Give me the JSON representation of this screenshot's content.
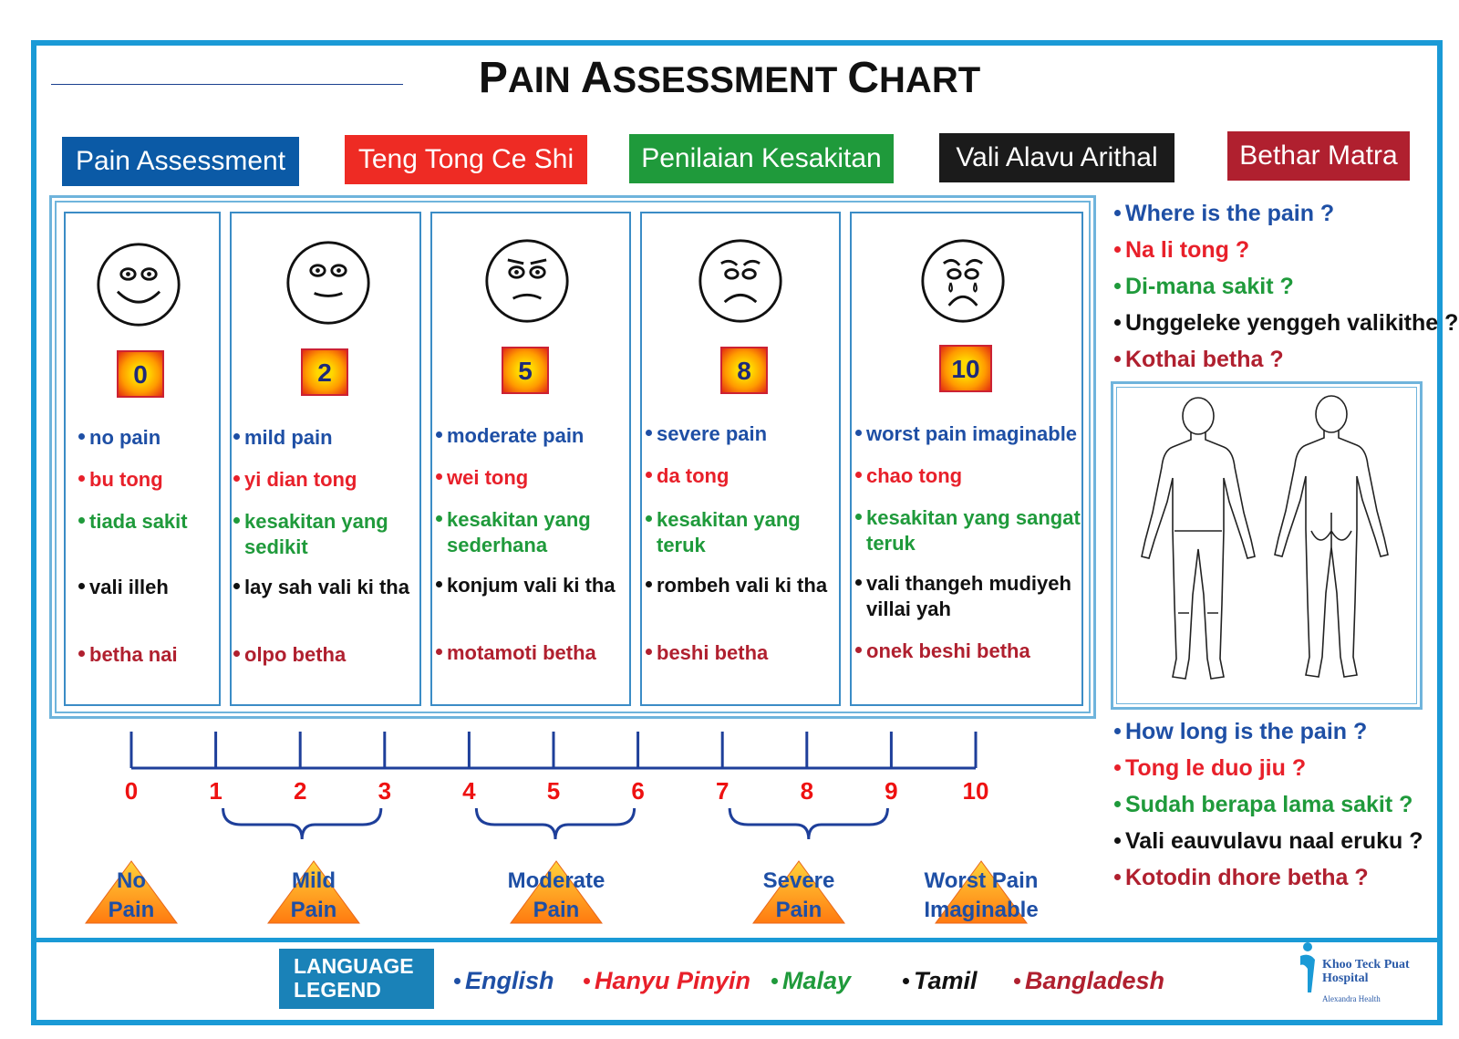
{
  "title": {
    "p1": "P",
    "w1": "AIN ",
    "p2": "A",
    "w2": "SSESSMENT ",
    "p3": "C",
    "w3": "HART"
  },
  "headers": [
    {
      "label": "Pain Assessment",
      "color": "#0b5aa6"
    },
    {
      "label": "Teng Tong Ce Shi",
      "color": "#ee2b24"
    },
    {
      "label": "Penilaian Kesakitan",
      "color": "#1f9a3b"
    },
    {
      "label": "Vali Alavu Arithal",
      "color": "#1b1b1b"
    },
    {
      "label": "Bethar Matra",
      "color": "#b0202f"
    }
  ],
  "colors": {
    "english": "#1e4fa5",
    "pinyin": "#e8202a",
    "malay": "#1f9a3b",
    "tamil": "#111111",
    "bangla": "#b0202f",
    "frame": "#1a9ad6"
  },
  "scale_columns": [
    {
      "score": "0",
      "face": "smile-face-icon",
      "english": "no pain",
      "pinyin": "bu tong",
      "malay": "tiada sakit",
      "malay2": "",
      "tamil": "vali illeh",
      "tamil2": "",
      "bangla": "betha nai"
    },
    {
      "score": "2",
      "face": "slight-smile-face-icon",
      "english": "mild pain",
      "pinyin": "yi dian tong",
      "malay": "kesakitan yang",
      "malay2": "sedikit",
      "tamil": "lay sah vali ki tha",
      "tamil2": "",
      "bangla": "olpo betha"
    },
    {
      "score": "5",
      "face": "frown-face-icon",
      "english": "moderate pain",
      "pinyin": "wei tong",
      "malay": "kesakitan yang",
      "malay2": "sederhana",
      "tamil": "konjum vali ki tha",
      "tamil2": "",
      "bangla": "motamoti betha"
    },
    {
      "score": "8",
      "face": "sad-face-icon",
      "english": "severe pain",
      "pinyin": "da tong",
      "malay": "kesakitan yang",
      "malay2": "teruk",
      "tamil": "rombeh vali ki tha",
      "tamil2": "",
      "bangla": "beshi betha"
    },
    {
      "score": "10",
      "face": "crying-face-icon",
      "english": "worst pain imaginable",
      "pinyin": "chao tong",
      "malay": "kesakitan yang sangat",
      "malay2": "teruk",
      "tamil": "vali thangeh mudiyeh",
      "tamil2": "villai yah",
      "bangla": "onek beshi betha"
    }
  ],
  "questions_where": [
    {
      "text": "Where is the pain ?",
      "lang": "english"
    },
    {
      "text": "Na li tong ?",
      "lang": "pinyin"
    },
    {
      "text": "Di-mana sakit ?",
      "lang": "malay"
    },
    {
      "text": "Unggeleke yenggeh valikithe ?",
      "lang": "tamil"
    },
    {
      "text": "Kothai betha ?",
      "lang": "bangla"
    }
  ],
  "questions_how_long": [
    {
      "text": "How long is the pain ?",
      "lang": "english"
    },
    {
      "text": "Tong le duo jiu ?",
      "lang": "pinyin"
    },
    {
      "text": "Sudah berapa lama sakit ?",
      "lang": "malay"
    },
    {
      "text": "Vali eauvulavu naal eruku ?",
      "lang": "tamil"
    },
    {
      "text": "Kotodin dhore betha ?",
      "lang": "bangla"
    }
  ],
  "ruler": {
    "ticks": [
      "0",
      "1",
      "2",
      "3",
      "4",
      "5",
      "6",
      "7",
      "8",
      "9",
      "10"
    ]
  },
  "categories": [
    {
      "line1": "No",
      "line2": "Pain"
    },
    {
      "line1": "Mild",
      "line2": "Pain"
    },
    {
      "line1": "Moderate",
      "line2": "Pain"
    },
    {
      "line1": "Severe",
      "line2": "Pain"
    },
    {
      "line1": "Worst Pain",
      "line2": "Imaginable"
    }
  ],
  "legend": {
    "title1": "LANGUAGE",
    "title2": "LEGEND",
    "items": [
      {
        "label": "English",
        "lang": "english"
      },
      {
        "label": "Hanyu Pinyin",
        "lang": "pinyin"
      },
      {
        "label": "Malay",
        "lang": "malay"
      },
      {
        "label": "Tamil",
        "lang": "tamil"
      },
      {
        "label": "Bangladesh",
        "lang": "bangla"
      }
    ]
  },
  "logo": {
    "line1": "Khoo Teck Puat",
    "line2": "Hospital",
    "sub": "Alexandra Health",
    "icon": "person-logo-icon"
  }
}
